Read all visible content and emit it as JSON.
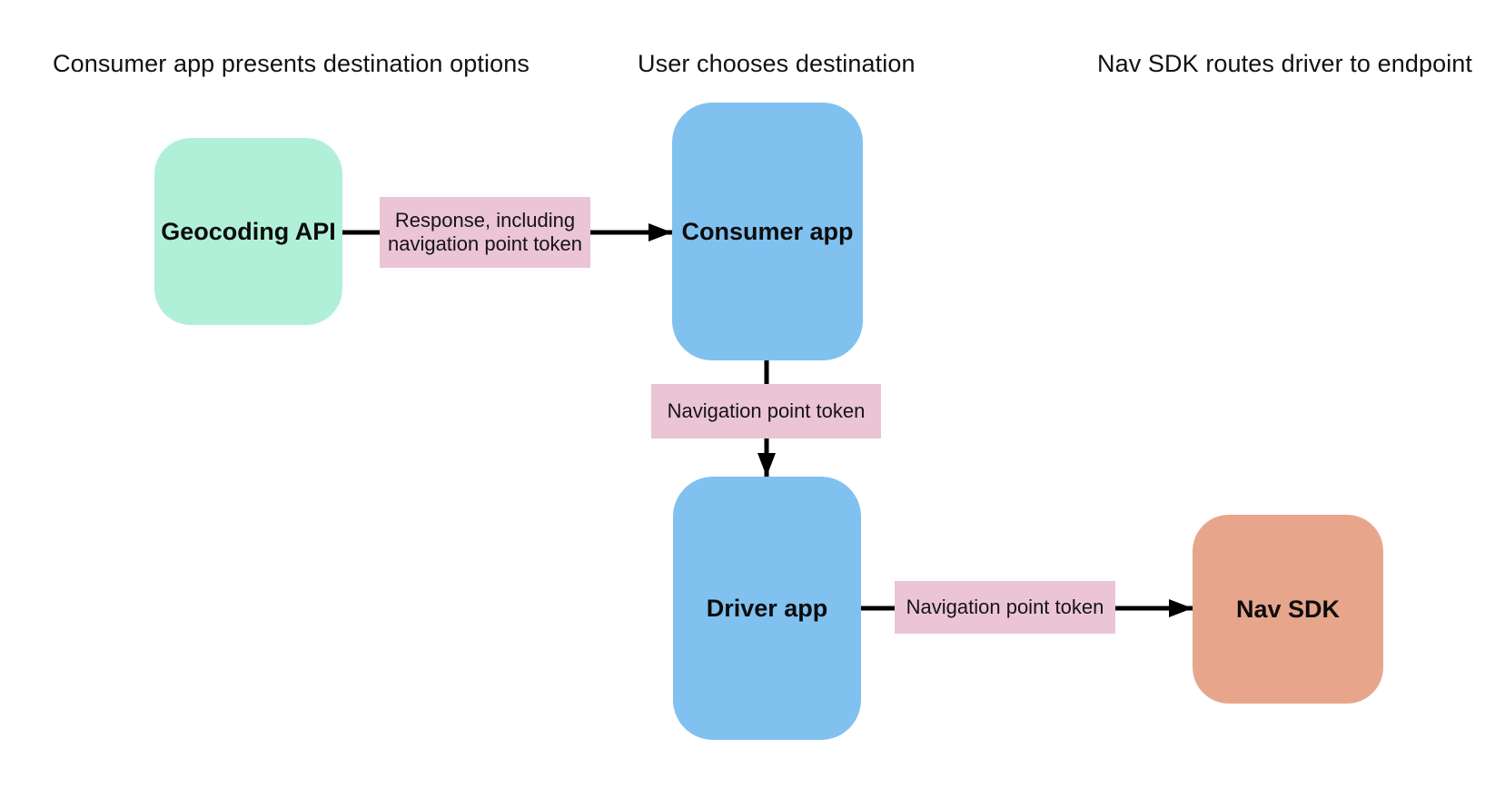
{
  "diagram": {
    "background": "#ffffff",
    "line_color": "#000000",
    "headers": [
      {
        "label": "Consumer app presents destination options"
      },
      {
        "label": "User chooses destination"
      },
      {
        "label": "Nav SDK routes driver to endpoint"
      }
    ],
    "nodes": [
      {
        "id": "geocoding-api",
        "label": "Geocoding API",
        "fill": "#b1f0d8"
      },
      {
        "id": "consumer-app",
        "label": "Consumer app",
        "fill": "#80c1f0"
      },
      {
        "id": "driver-app",
        "label": "Driver app",
        "fill": "#80c1f0"
      },
      {
        "id": "nav-sdk",
        "label": "Nav SDK",
        "fill": "#e7a68c"
      }
    ],
    "edge_labels": [
      {
        "id": "response-token",
        "label": "Response, including navigation point token",
        "fill": "#ebc4d6"
      },
      {
        "id": "nav-point-token-consumer-driver",
        "label": "Navigation point token",
        "fill": "#ebc4d6"
      },
      {
        "id": "nav-point-token-driver-sdk",
        "label": "Navigation point token",
        "fill": "#ebc4d6"
      }
    ]
  }
}
